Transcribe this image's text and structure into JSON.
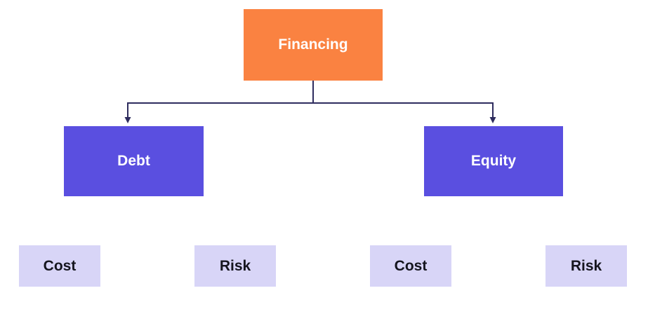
{
  "nodes": {
    "root": {
      "label": "Financing"
    },
    "children": [
      {
        "label": "Debt"
      },
      {
        "label": "Equity"
      }
    ],
    "leaves": [
      {
        "label": "Cost"
      },
      {
        "label": "Risk"
      },
      {
        "label": "Cost"
      },
      {
        "label": "Risk"
      }
    ]
  },
  "colors": {
    "root_fill": "#FA8241",
    "branch_fill": "#5A4FE0",
    "leaf_fill": "#D8D5F7",
    "node_text_light": "#FFFFFF",
    "leaf_text": "#15151E",
    "connector": "#2E2C5E",
    "background": "#FFFFFF"
  }
}
